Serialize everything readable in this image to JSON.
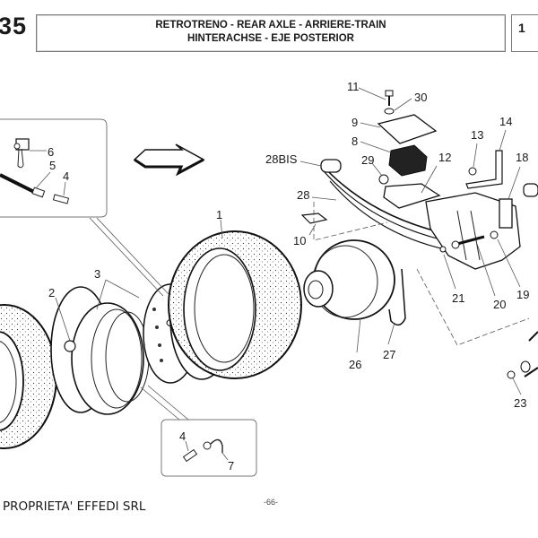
{
  "header": {
    "section_number": "35",
    "title_line1": "RETROTRENO - REAR AXLE - ARRIERE-TRAIN",
    "title_line2": "HINTERACHSE - EJE POSTERIOR",
    "side_box_text": "1"
  },
  "callouts": {
    "c1": "1",
    "c2": "2",
    "c3": "3",
    "c4a": "4",
    "c4b": "4",
    "c5": "5",
    "c6": "6",
    "c7": "7",
    "c8": "8",
    "c9": "9",
    "c10": "10",
    "c11": "11",
    "c12": "12",
    "c13": "13",
    "c14": "14",
    "c18": "18",
    "c19": "19",
    "c20": "20",
    "c21": "21",
    "c23": "23",
    "c26": "26",
    "c27": "27",
    "c28": "28",
    "c28bis": "28BIS",
    "c29": "29",
    "c30": "30"
  },
  "footer": {
    "owner": "PROPRIETA' EFFEDI SRL",
    "page": "-66-"
  }
}
